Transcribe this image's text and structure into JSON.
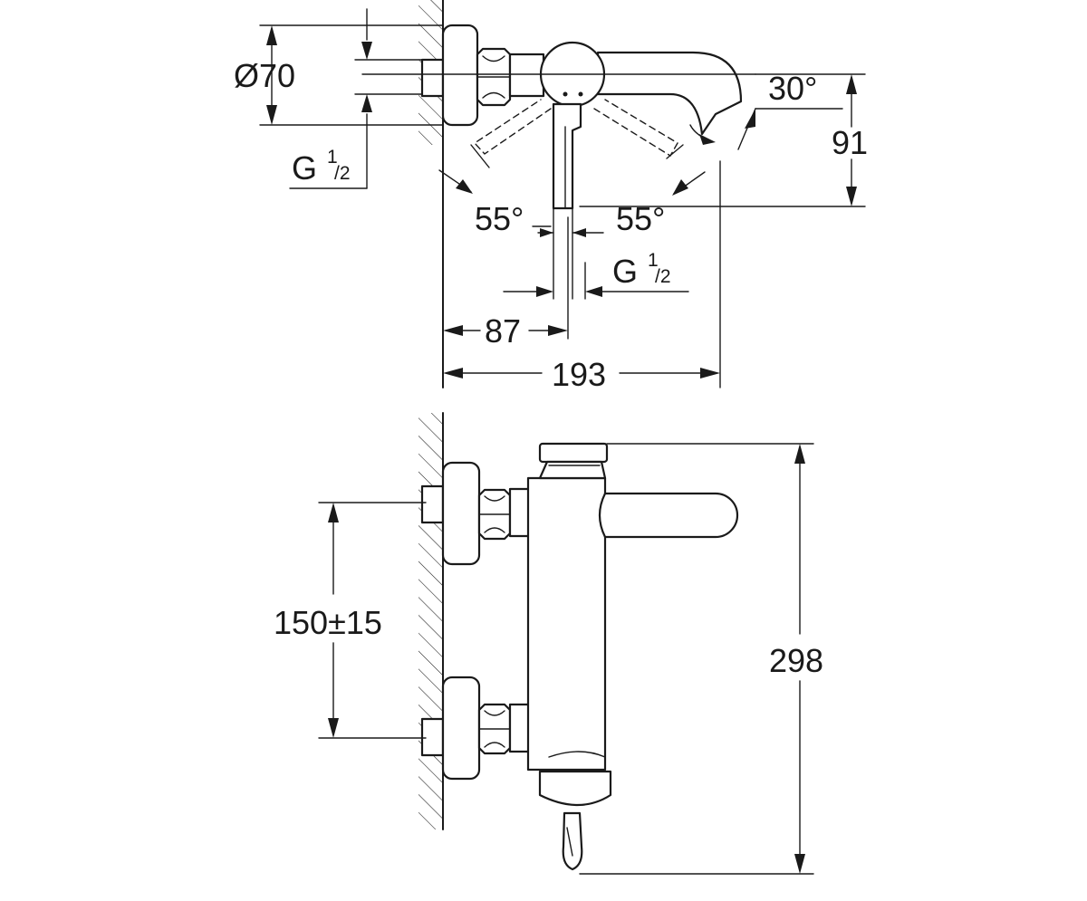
{
  "top_view": {
    "diameter": "Ø70",
    "thread_left_main": "G",
    "thread_left_fraction_num": "1",
    "thread_left_fraction_den": "/2",
    "angle_left": "55°",
    "angle_right": "55°",
    "angle_spout": "30°",
    "height_spout": "91",
    "thread_bottom_main": "G",
    "thread_bottom_fraction_num": "1",
    "thread_bottom_fraction_den": "/2",
    "offset_outlet": "87",
    "total_projection": "193"
  },
  "front_view": {
    "inlet_spacing": "150±15",
    "total_height": "298"
  }
}
